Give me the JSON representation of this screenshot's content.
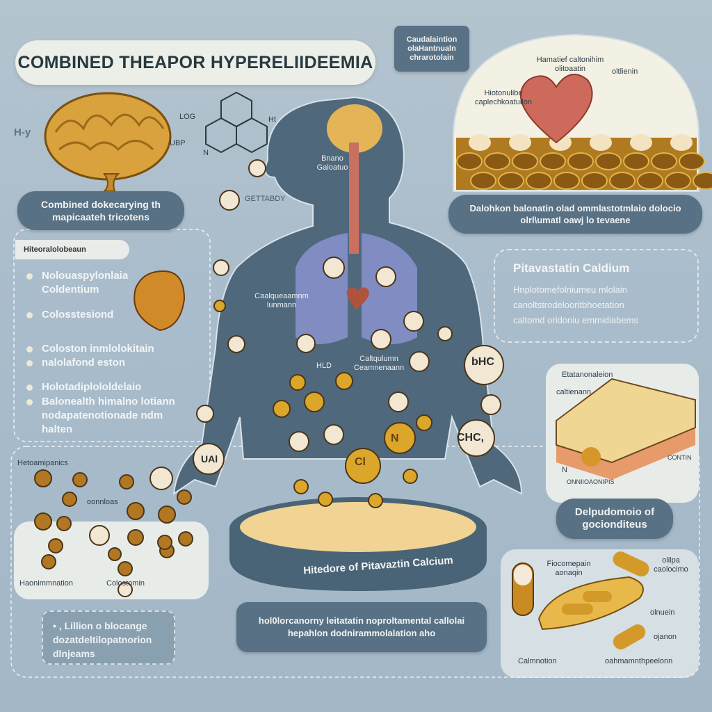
{
  "title": "COMBINED THEAPOR HYPERELIIDEEMIA",
  "top_left": {
    "side_label": "H-y",
    "chem_labels": [
      "LOG",
      "UBP",
      "N",
      "Ht",
      "GETTABDY"
    ],
    "pill": "Combined dokecarying th mapicaateh tricotens"
  },
  "left_panel": {
    "header": "Hiteoralolobeaun",
    "bullets": [
      "Nolouaspylonlaia Coldentium",
      "Colosstesiond",
      "Coloston inmlolokitain",
      "nalolafond eston",
      "Holotadiplololdelaio",
      "Balonealth himalno lotiann nodapatenotionade ndm halten"
    ]
  },
  "body": {
    "labels": [
      "Bnano Galoatuo",
      "Caalqueaamnm lunmann",
      "HLD",
      "Caltqulumn Ceamnenaann"
    ],
    "atoms": [
      "bHC",
      "CHC,",
      "UAl",
      "N",
      "Cl"
    ]
  },
  "callout_top": "Caudalaintion olaHantnualn chrarotolain",
  "dome": {
    "labels": [
      "Hamatief caltonihim olitoaatin",
      "oltlienin",
      "Hiotonulibe caplechkoatuilon"
    ],
    "caption": "Dalohkon balonatin olad ommlastotmlaio dolocio olrl\\umatl oawj lo tevaene"
  },
  "pitavastatin_box": {
    "heading": "Pitavastatin Caldium",
    "lines": [
      "Hnplotomefolniumeu mlolain",
      "canoltstrodelooritbhoetation",
      "caltomd oridoniu emmidiabems"
    ]
  },
  "tissue_panel": {
    "labels": [
      "Etatanonaleion",
      "caltienann",
      "N",
      "ONNIIOAONIPIS",
      "CONTIN"
    ],
    "caption": "Delpudomoio of gocionditeus"
  },
  "pills_panel": {
    "labels": [
      "Fiocomepain aonaqin",
      "olilpa caolocimo",
      "olnuein",
      "ojanon",
      "Calmnotion",
      "oahmamnthpeelonn"
    ]
  },
  "bottom_left": {
    "header": "Hetoamipanics",
    "labels": [
      "oonnloas",
      "Haonimmnation",
      "Colostomin"
    ],
    "box": "• , Lillion o blocange dozatdeltilopatnorion dlnjeams"
  },
  "dish": {
    "label": "Hitedore of Pitavaztin Calcium",
    "caption": "hol0lorcanorny leitatatin noproltamental callolai hepahlon dodnirammolalation aho"
  },
  "colors": {
    "background": "#a9bccb",
    "panel_dark": "#587184",
    "silhouette": "#4f687b",
    "gold": "#d4a030",
    "cream": "#f1e7d2"
  }
}
